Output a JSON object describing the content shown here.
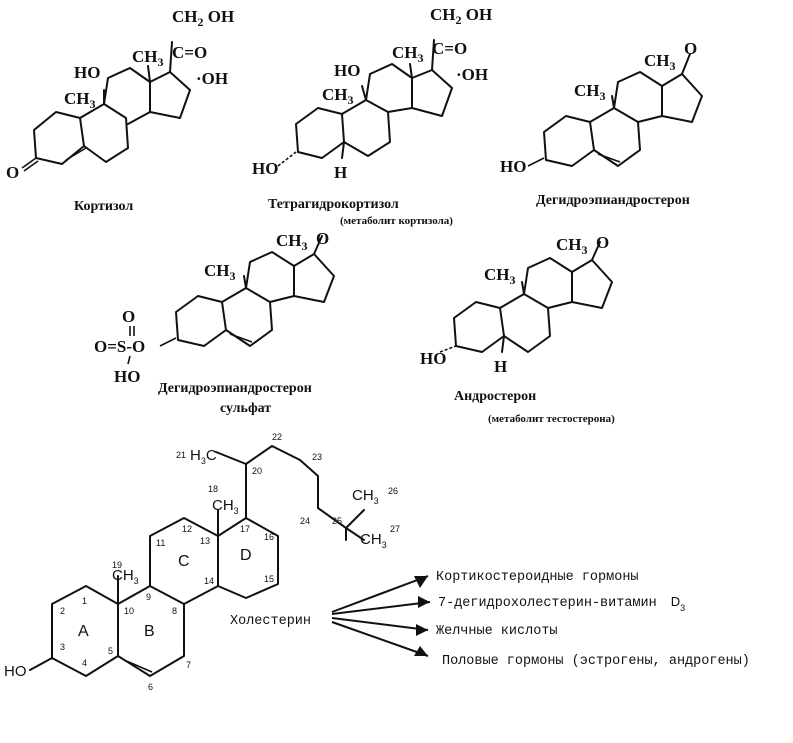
{
  "molecules": [
    {
      "name": "Кортизол",
      "atoms": {
        "ch2oh_a": "CH",
        "ch2oh_sub": "2",
        "ch2oh_b": "OH",
        "keto": "C=O",
        "oh": "·OH",
        "ho11": "HO",
        "ch3a": "CH",
        "ch3a_sub": "3",
        "ch3b": "CH",
        "ch3b_sub": "3",
        "o3": "O"
      }
    },
    {
      "name": "Тетрагидрокортизол",
      "note": "(метаболит кортизола)",
      "atoms": {
        "ch2oh_a": "CH",
        "ch2oh_sub": "2",
        "ch2oh_b": "OH",
        "keto": "C=O",
        "oh": "·OH",
        "ho11": "HO",
        "ch3a": "CH",
        "ch3a_sub": "3",
        "ch3b": "CH",
        "ch3b_sub": "3",
        "ho3": "HO",
        "h5": "H"
      }
    },
    {
      "name": "Дегидроэпиандростерон",
      "atoms": {
        "o17": "O",
        "ch3a": "CH",
        "ch3a_sub": "3",
        "ch3b": "CH",
        "ch3b_sub": "3",
        "ho3": "HO"
      }
    },
    {
      "name": "Дегидроэпиандростерон",
      "name2": "сульфат",
      "atoms": {
        "o17": "O",
        "ch3a": "CH",
        "ch3a_sub": "3",
        "ch3b": "CH",
        "ch3b_sub": "3",
        "sulfate": "O=S-O",
        "o_top": "O",
        "ho": "HO"
      }
    },
    {
      "name": "Андростерон",
      "note": "(метаболит тестостерона)",
      "atoms": {
        "o17": "O",
        "ch3a": "CH",
        "ch3a_sub": "3",
        "ch3b": "CH",
        "ch3b_sub": "3",
        "ho3": "HO",
        "h5": "H"
      }
    }
  ],
  "cholesterol": {
    "name": "Холестерин",
    "ring_letters": [
      "A",
      "B",
      "C",
      "D"
    ],
    "carbon_numbers": [
      "1",
      "2",
      "3",
      "4",
      "5",
      "6",
      "7",
      "8",
      "9",
      "10",
      "11",
      "12",
      "13",
      "14",
      "15",
      "16",
      "17",
      "18",
      "19",
      "20",
      "21",
      "22",
      "23",
      "24",
      "25",
      "26",
      "27"
    ],
    "groups": {
      "h3c": "H",
      "h3c_sub": "3",
      "h3c_c": "C",
      "ch3": "CH",
      "ch3_sub": "3",
      "ho": "HO"
    },
    "products": [
      {
        "text": "Кортикостероидные гормоны"
      },
      {
        "text": "7-дегидрохолестерин-витамин",
        "suffix": "D",
        "suffix_sub": "3"
      },
      {
        "text": "Желчные кислоты"
      },
      {
        "text": "Половые гормоны (эстрогены, андрогены)"
      }
    ]
  }
}
